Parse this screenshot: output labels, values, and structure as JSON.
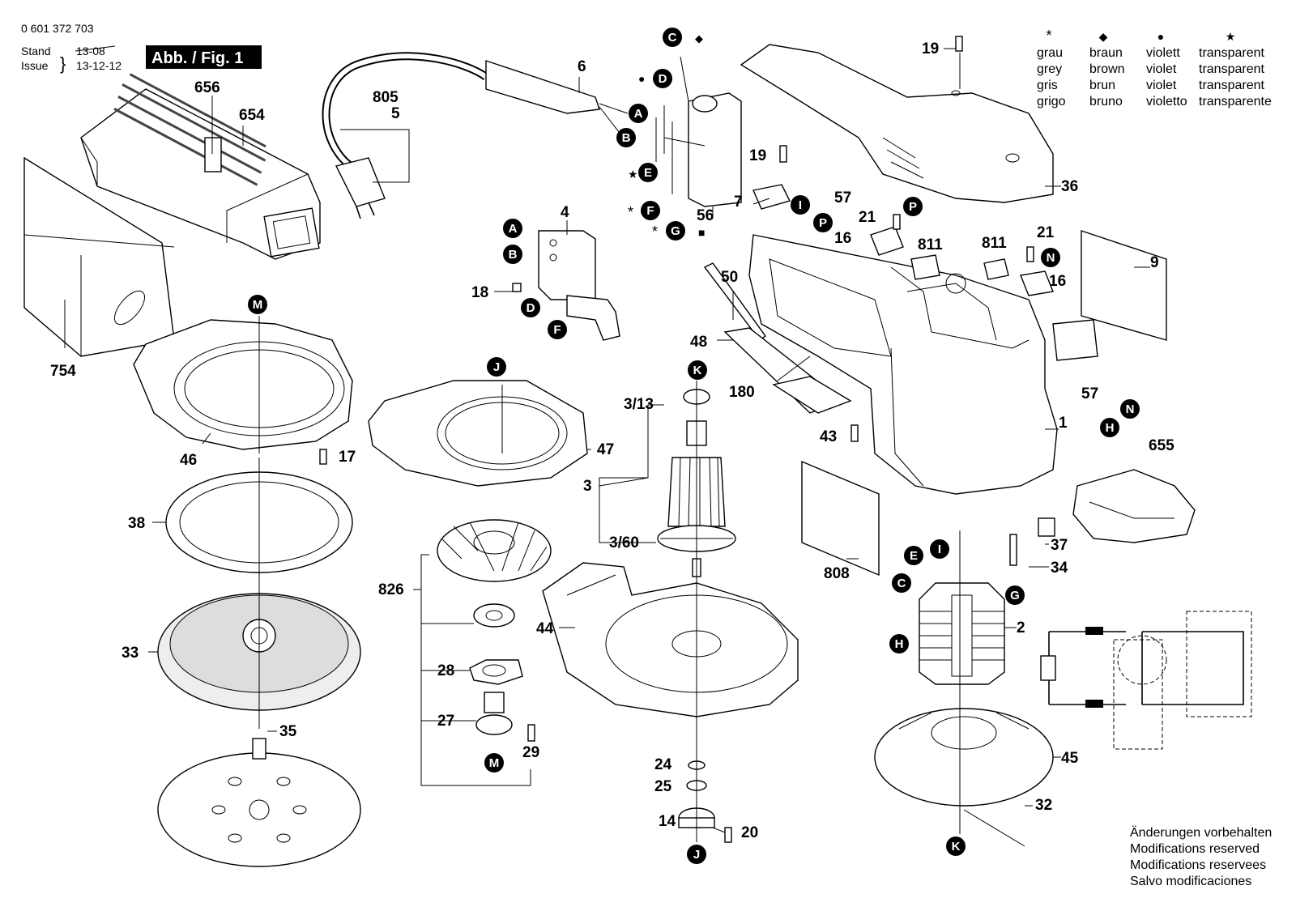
{
  "header": {
    "doc_number": "0 601 372 703",
    "stand_label": "Stand",
    "issue_label": "Issue",
    "old_date": "13-08",
    "new_date": "13-12-12",
    "figure_label": "Abb. / Fig. 1"
  },
  "legend": {
    "columns": [
      {
        "symbol": "*",
        "words": [
          "grau",
          "grey",
          "gris",
          "grigo"
        ]
      },
      {
        "symbol": "◆",
        "words": [
          "braun",
          "brown",
          "brun",
          "bruno"
        ]
      },
      {
        "symbol": "●",
        "words": [
          "violett",
          "violet",
          "violet",
          "violetto"
        ]
      },
      {
        "symbol": "★",
        "words": [
          "transparent",
          "transparent",
          "transparent",
          "transparente"
        ]
      }
    ]
  },
  "notice": [
    "Änderungen vorbehalten",
    "Modifications reserved",
    "Modifications reservees",
    "Salvo modificaciones"
  ],
  "part_numbers": {
    "p656": "656",
    "p654": "654",
    "p754": "754",
    "p805": "805",
    "p5": "5",
    "p6": "6",
    "p4": "4",
    "p18": "18",
    "p56": "56",
    "p7": "7",
    "p19a": "19",
    "p19b": "19",
    "p57a": "57",
    "p57b": "57",
    "p36": "36",
    "p21a": "21",
    "p21b": "21",
    "p16a": "16",
    "p16b": "16",
    "p811a": "811",
    "p811b": "811",
    "p9": "9",
    "p50": "50",
    "p48": "48",
    "p180": "180",
    "p1": "1",
    "p43": "43",
    "p655": "655",
    "p46": "46",
    "p17": "17",
    "p47": "47",
    "p313": "3/13",
    "p3": "3",
    "p360": "3/60",
    "p38": "38",
    "p826": "826",
    "p44": "44",
    "p808": "808",
    "p37": "37",
    "p34": "34",
    "p2": "2",
    "p33": "33",
    "p28": "28",
    "p27": "27",
    "p29": "29",
    "p35": "35",
    "p24": "24",
    "p25": "25",
    "p14": "14",
    "p20": "20",
    "p45": "45",
    "p32": "32"
  },
  "connectors": {
    "A": "A",
    "B": "B",
    "C": "C",
    "D": "D",
    "E": "E",
    "F": "F",
    "G": "G",
    "H": "H",
    "I": "I",
    "J": "J",
    "K": "K",
    "M": "M",
    "N": "N",
    "P": "P"
  },
  "symbols": {
    "grey": "*",
    "brown": "◆",
    "violet": "●",
    "transparent": "★",
    "square": "■"
  }
}
